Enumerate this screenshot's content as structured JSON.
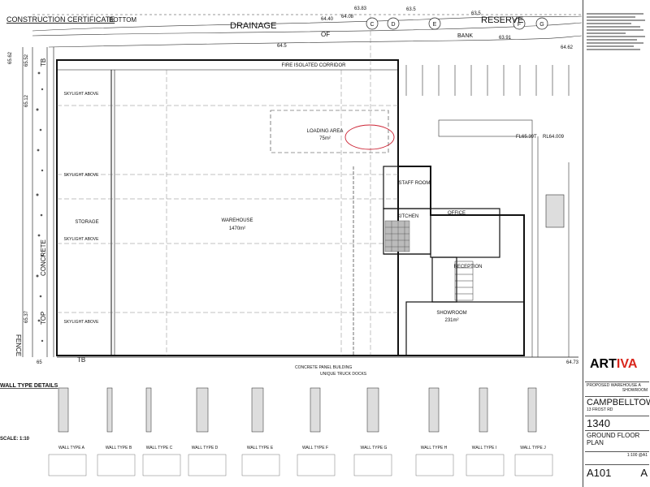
{
  "header": {
    "certificate_label": "CONSTRUCTION CERTIFICATE",
    "bottom_label": "BOTTOM",
    "drainage": "DRAINAGE",
    "reserve": "RESERVE",
    "of": "OF",
    "bank": "BANK"
  },
  "levels": {
    "top_a": "64.40",
    "top_b": "64.08",
    "top_c": "63.83",
    "top_d": "63.5",
    "top_e": "63.5",
    "top_f": "63.91",
    "top_g": "64.5",
    "top_h": "64.62",
    "left_a": "65.62",
    "left_b": "65.52",
    "left_c": "65.12",
    "left_d": "65.37",
    "bl": "65",
    "br": "64.73",
    "r1": "FL65.39T",
    "r2": "RL64.009"
  },
  "grid_markers": [
    "C",
    "D",
    "E",
    "F",
    "G"
  ],
  "rooms": {
    "corridor": "FIRE ISOLATED CORRIDOR",
    "loading_area": "LOADING AREA",
    "loading_area_size": "75m²",
    "storage": "STORAGE",
    "warehouse": "WAREHOUSE",
    "warehouse_size": "1470m²",
    "staff_room": "STAFF ROOM",
    "kitchen": "KITCHEN",
    "office": "OFFICE",
    "reception": "RECEPTION",
    "showroom": "SHOWROOM",
    "showroom_size": "231m²",
    "skylight_1": "SKYLIGHT ABOVE",
    "skylight_2": "SKYLIGHT ABOVE",
    "skylight_3": "SKYLIGHT ABOVE",
    "skylight_4": "SKYLIGHT ABOVE"
  },
  "side_labels": {
    "fence": "FENCE",
    "concrete": "CONCRETE",
    "top": "TOP",
    "tb_left": "TB",
    "tb_bottom": "TB"
  },
  "notes": {
    "panel_building": "CONCRETE PANEL BUILDING",
    "truck": "UNIQUE TRUCK DOCKS"
  },
  "wall_section": {
    "title": "WALL TYPE DETAILS",
    "scale": "SCALE: 1:10",
    "types": [
      "WALL TYPE A",
      "WALL TYPE B",
      "WALL TYPE C",
      "WALL TYPE D",
      "WALL TYPE E",
      "WALL TYPE F",
      "WALL TYPE G",
      "WALL TYPE H",
      "WALL TYPE I",
      "WALL TYPE J"
    ]
  },
  "title_block": {
    "logo_prefix": "ART",
    "logo_accent": "IVA",
    "project_line1": "PROPOSED WAREHOUSE A",
    "project_line2": "SHOWROOM",
    "location": "CAMPBELLTOW",
    "street": "13 FROST RD",
    "job_number": "1340",
    "drawing_title": "GROUND FLOOR PLAN",
    "drawing_number": "A101",
    "revision": "A",
    "scale": "1:100 @A1"
  }
}
